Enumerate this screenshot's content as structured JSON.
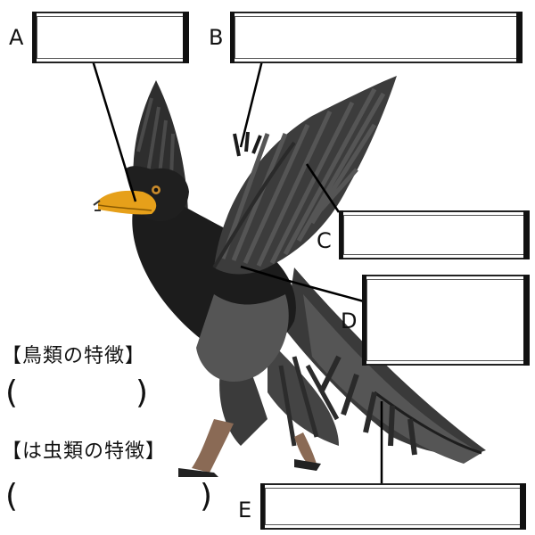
{
  "labels": {
    "a": "A",
    "b": "B",
    "c": "C",
    "d": "D",
    "e": "E"
  },
  "sections": {
    "bird_traits": {
      "heading": "【鳥類の特徴】",
      "open": "(",
      "close": ")"
    },
    "reptile_traits": {
      "heading": "【は虫類の特徴】",
      "open": "(",
      "close": ")"
    }
  }
}
